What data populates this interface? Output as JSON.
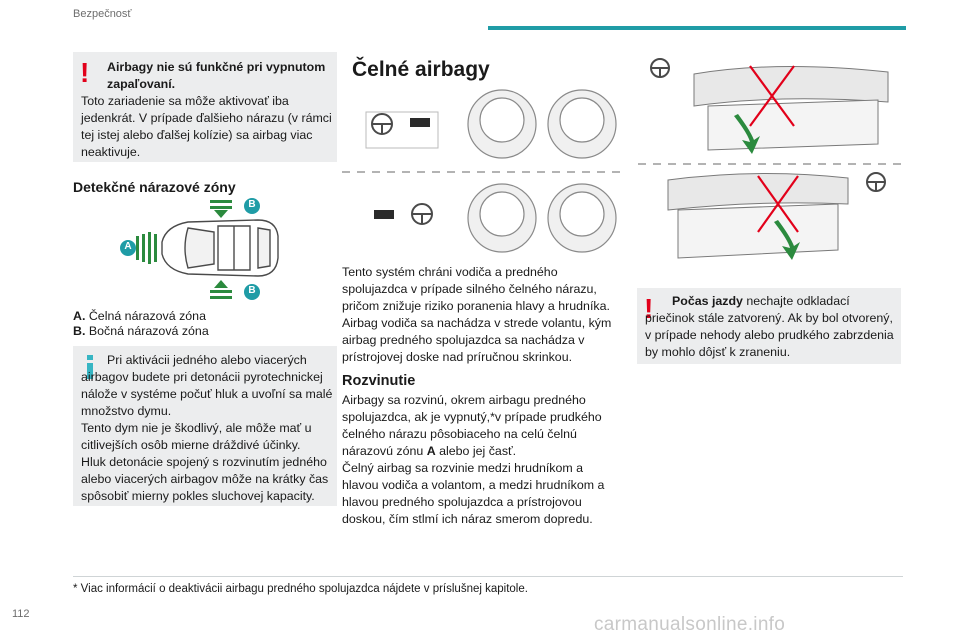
{
  "header": {
    "section": "Bezpečnosť"
  },
  "colors": {
    "accent": "#1f9ca6",
    "warning": "#e2001a",
    "info": "#36b5c3",
    "box": "#ecedee"
  },
  "left": {
    "warning_box": {
      "bold": "Airbagy nie sú funkčné pri vypnutom zapaľovaní.",
      "text": "Toto zariadenie sa môže aktivovať iba jedenkrát. V prípade ďalšieho nárazu (v rámci tej istej alebo ďalšej kolízie) sa airbag viac neaktivuje."
    },
    "zones_title": "Detekčné nárazové zóny",
    "diagram_labels": {
      "a": "A",
      "b": "B"
    },
    "legend": [
      {
        "key": "A.",
        "text": "Čelná nárazová zóna"
      },
      {
        "key": "B.",
        "text": "Bočná nárazová zóna"
      }
    ],
    "info_box": {
      "p1": "Pri aktivácii jedného alebo viacerých airbagov budete pri detonácii pyrotechnickej nálože v systéme počuť hluk a uvoľní sa malé množstvo dymu.",
      "p2": "Tento dym nie je škodlivý, ale môže mať u citlivejších osôb mierne dráždivé účinky.",
      "p3": "Hluk detonácie spojený s rozvinutím jedného alebo viacerých airbagov môže na krátky čas spôsobiť mierny pokles sluchovej kapacity."
    }
  },
  "middle": {
    "title": "Čelné airbagy",
    "intro": "Tento systém chráni vodiča a predného spolujazdca v prípade silného čelného nárazu, pričom znižuje riziko poranenia hlavy a hrudníka. Airbag vodiča sa nachádza v strede volantu, kým airbag predného spolujazdca sa nachádza v prístrojovej doske nad príručnou skrinkou.",
    "deploy_title": "Rozvinutie",
    "deploy_p1_a": "Airbagy sa rozvinú, okrem airbagu predného spolujazdca, ak je vypnutý,*v prípade prudkého čelného nárazu pôsobiaceho na celú čelnú nárazovú zónu ",
    "deploy_p1_bold": "A",
    "deploy_p1_b": " alebo jej časť.",
    "deploy_p2": "Čelný airbag sa rozvinie medzi hrudníkom a hlavou vodiča a volantom, a medzi hrudníkom a hlavou predného spolujazdca a prístrojovou doskou, čím stlmí ich náraz smerom dopredu."
  },
  "right": {
    "warning_box": {
      "bold": "Počas jazdy",
      "text": " nechajte odkladací priečinok stále zatvorený. Ak by bol otvorený, v prípade nehody alebo prudkého zabrzdenia by mohlo dôjsť k zraneniu."
    }
  },
  "footnote": "* Viac informácií o deaktivácii airbagu predného spolujazdca nájdete v príslušnej kapitole.",
  "page_number": "112",
  "watermark": "carmanualsonline.info"
}
